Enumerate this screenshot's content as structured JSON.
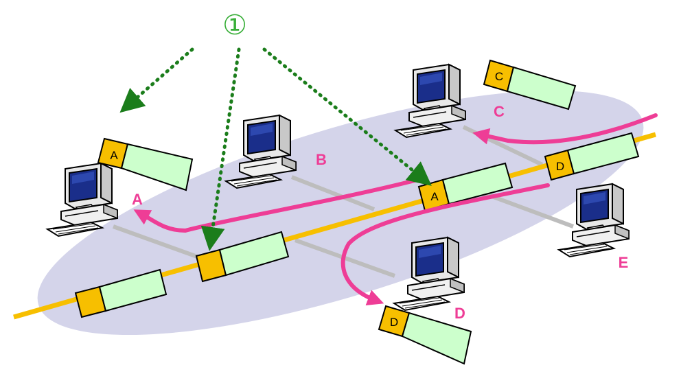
{
  "step_marker": "①",
  "node_labels": {
    "a": "A",
    "b": "B",
    "c": "C",
    "d": "D",
    "e": "E"
  },
  "packet_labels": {
    "packet_a_top": "A",
    "packet_c_top": "C",
    "packet_d_bus": "D",
    "packet_a_bus": "A",
    "packet_d_bottom": "D"
  },
  "colors": {
    "ellipse_fill": "#d4d4ea",
    "bus_line": "#f7bf00",
    "drop_line": "#bdbdbd",
    "packet_header": "#f7bf00",
    "packet_body": "#ccffcc",
    "flow_arrow": "#ee3d96",
    "dotted_arrow": "#1b7d1b",
    "node_label": "#ee3d96",
    "step_marker": "#3aaf3a"
  },
  "icons": {
    "computer": "desktop-computer-icon"
  }
}
